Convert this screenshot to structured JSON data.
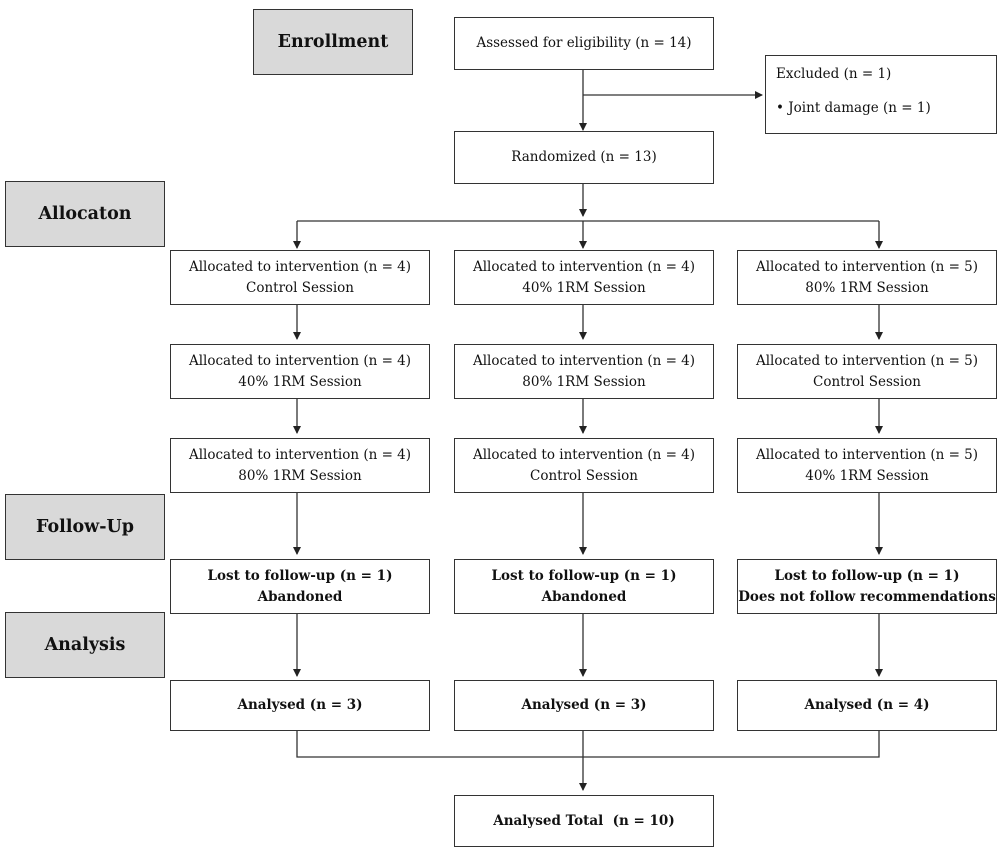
{
  "stages": {
    "enrollment": "Enrollment",
    "allocation": "Allocaton",
    "followup": "Follow-Up",
    "analysis": "Analysis"
  },
  "assessed": "Assessed for eligibility (n = 14)",
  "excluded": {
    "title": "Excluded (n = 1)",
    "bullet": "•",
    "reason": "Joint damage (n = 1)"
  },
  "randomized": "Randomized (n = 13)",
  "columns": [
    {
      "alloc1": {
        "line1": "Allocated to intervention (n = 4)",
        "line2": "Control Session"
      },
      "alloc2": {
        "line1": "Allocated to intervention (n = 4)",
        "line2": "40% 1RM Session"
      },
      "alloc3": {
        "line1": "Allocated to intervention (n = 4)",
        "line2": "80% 1RM Session"
      },
      "lost": {
        "line1": "Lost to follow-up (n = 1)",
        "line2": "Abandoned"
      },
      "analysed": "Analysed (n = 3)"
    },
    {
      "alloc1": {
        "line1": "Allocated to intervention (n = 4)",
        "line2": "40% 1RM Session"
      },
      "alloc2": {
        "line1": "Allocated to intervention (n = 4)",
        "line2": "80% 1RM Session"
      },
      "alloc3": {
        "line1": "Allocated to intervention (n = 4)",
        "line2": "Control Session"
      },
      "lost": {
        "line1": "Lost to follow-up (n = 1)",
        "line2": "Abandoned"
      },
      "analysed": "Analysed (n = 3)"
    },
    {
      "alloc1": {
        "line1": "Allocated to intervention (n = 5)",
        "line2": "80% 1RM Session"
      },
      "alloc2": {
        "line1": "Allocated to intervention (n = 5)",
        "line2": "Control Session"
      },
      "alloc3": {
        "line1": "Allocated to intervention (n = 5)",
        "line2": "40% 1RM Session"
      },
      "lost": {
        "line1": "Lost to follow-up (n = 1)",
        "line2": "Does not follow recommendations"
      },
      "analysed": "Analysed (n = 4)"
    }
  ],
  "total": "Analysed Total  (n = 10)"
}
